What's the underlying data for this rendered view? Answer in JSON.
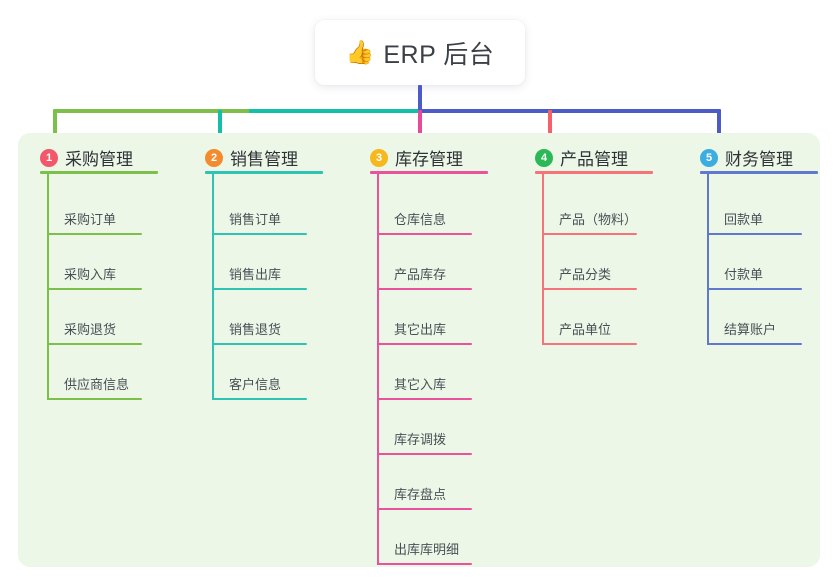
{
  "title": {
    "emoji": "👍",
    "emoji_name": "thumbs-up-icon",
    "text": "ERP 后台"
  },
  "colors": {
    "panel_background": "#edf7e7",
    "page_background": "#ffffff",
    "stem": "#4d5bc6",
    "bus_green": "#7cc04b",
    "bus_teal": "#13bfa6",
    "bus_blue": "#4d5bc6"
  },
  "columns": [
    {
      "number": "1",
      "title": "采购管理",
      "accent": "#7cc04b",
      "badge_color": "#f2576a",
      "drop_color": "#7cc04b",
      "items": [
        "采购订单",
        "采购入库",
        "采购退货",
        "供应商信息"
      ]
    },
    {
      "number": "2",
      "title": "销售管理",
      "accent": "#2fc3b4",
      "badge_color": "#f28c2e",
      "drop_color": "#13bfa6",
      "items": [
        "销售订单",
        "销售出库",
        "销售退货",
        "客户信息"
      ]
    },
    {
      "number": "3",
      "title": "库存管理",
      "accent": "#e8539b",
      "badge_color": "#f5b81e",
      "drop_color": "#e84a9b",
      "items": [
        "仓库信息",
        "产品库存",
        "其它出库",
        "其它入库",
        "库存调拨",
        "库存盘点",
        "出库库明细"
      ]
    },
    {
      "number": "4",
      "title": "产品管理",
      "accent": "#f4747a",
      "badge_color": "#2cb857",
      "drop_color": "#f4616a",
      "items": [
        "产品（物料）",
        "产品分类",
        "产品单位"
      ]
    },
    {
      "number": "5",
      "title": "财务管理",
      "accent": "#5f79cf",
      "badge_color": "#3bade0",
      "drop_color": "#4d5bc6",
      "items": [
        "回款单",
        "付款单",
        "结算账户"
      ]
    }
  ]
}
